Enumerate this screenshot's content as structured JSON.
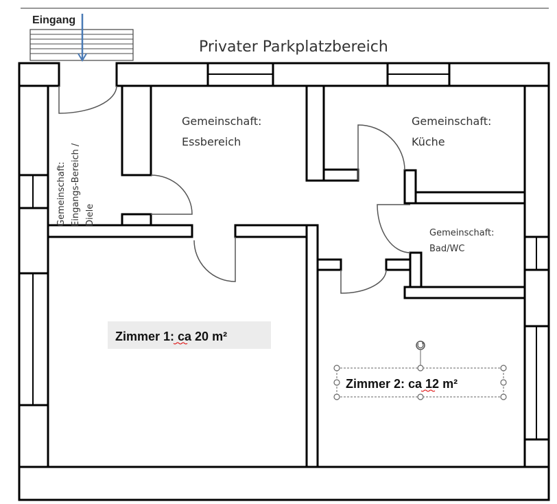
{
  "plan": {
    "entrance_label": "Eingang",
    "parking_label": "Privater Parkplatzbereich",
    "rooms": {
      "dining": {
        "line1": "Gemeinschaft:",
        "line2": "Essbereich"
      },
      "kitchen": {
        "line1": "Gemeinschaft:",
        "line2": "Küche"
      },
      "bath": {
        "line1": "Gemeinschaft:",
        "line2": "Bad/WC"
      },
      "hall": {
        "line1": "Gemeinschaft:",
        "line2": "Eingangs-Bereich /",
        "line3": "Diele"
      },
      "room1": {
        "label": "Zimmer 1: ca 20 m²"
      },
      "room2": {
        "label": "Zimmer 2: ca 12 m²"
      }
    },
    "colors": {
      "arrow": "#4a7ab5",
      "room1_box": "#ececec",
      "walls": "#000000"
    }
  }
}
